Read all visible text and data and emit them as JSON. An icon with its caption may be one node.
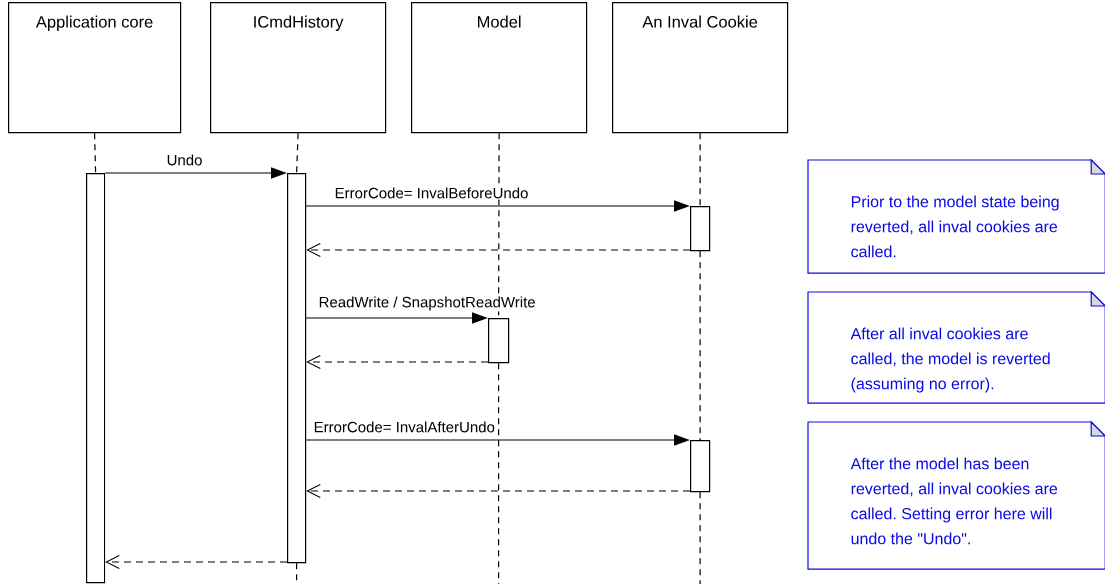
{
  "diagram": {
    "nodes": [
      {
        "text": [
          "Application core"
        ]
      },
      {
        "text": [
          "ICmdHistory"
        ]
      },
      {
        "text": [
          "Model"
        ]
      },
      {
        "text": [
          "An Inval Cookie"
        ]
      },
      {
        "text": [],
        "shape": "bar"
      },
      {
        "text": [],
        "shape": "bar"
      },
      {
        "text": [],
        "shape": "bar"
      },
      {
        "text": [],
        "shape": "bar"
      },
      {
        "text": [],
        "shape": "bar"
      },
      {
        "text": [
          "Prior to the model state being reverted, all inval cookies are called."
        ]
      },
      {
        "text": [
          "After all inval cookies are called, the model is reverted (assuming no error)."
        ]
      },
      {
        "text": [
          "After the model has been reverted, all inval cookies are called. Setting error here will undo the \"Undo\"."
        ]
      }
    ],
    "edges": [
      {
        "from": 4,
        "to": 5,
        "arrow": "to",
        "label": "Undo"
      },
      {
        "from": 5,
        "to": 6,
        "arrow": "to",
        "label": "ErrorCode= InvalBeforeUndo"
      },
      {
        "from": 6,
        "to": 5,
        "arrow": "to",
        "style": "dashed"
      },
      {
        "from": 5,
        "to": 7,
        "arrow": "to",
        "label": "ReadWrite / SnapshotReadWrite"
      },
      {
        "from": 7,
        "to": 5,
        "arrow": "to",
        "style": "dashed"
      },
      {
        "from": 5,
        "to": 8,
        "arrow": "to",
        "label": "ErrorCode= InvalAfterUndo"
      },
      {
        "from": 8,
        "to": 5,
        "arrow": "to",
        "style": "dashed"
      },
      {
        "from": 5,
        "to": 4,
        "arrow": "to",
        "style": "dashed"
      },
      {
        "from": 0,
        "to": 4,
        "arrow": "none",
        "style": "dashed"
      },
      {
        "from": 1,
        "to": 5,
        "arrow": "none",
        "style": "dashed"
      },
      {
        "from": 5,
        "to": null,
        "arrow": "none",
        "style": "dashed"
      },
      {
        "from": 2,
        "to": 7,
        "arrow": "none",
        "style": "dashed"
      },
      {
        "from": 7,
        "to": null,
        "arrow": "none",
        "style": "dashed"
      },
      {
        "from": 3,
        "to": 6,
        "arrow": "none",
        "style": "dashed"
      },
      {
        "from": 6,
        "to": 8,
        "arrow": "none",
        "style": "dashed"
      },
      {
        "from": 8,
        "to": null,
        "arrow": "none",
        "style": "dashed"
      }
    ]
  }
}
